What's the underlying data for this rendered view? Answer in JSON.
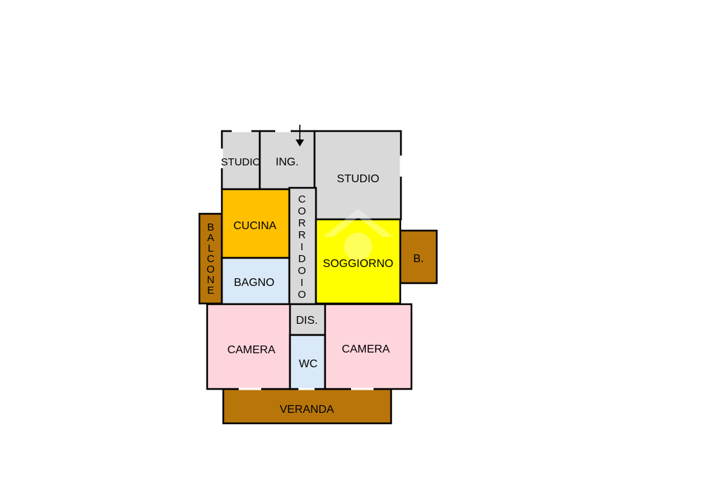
{
  "colors": {
    "study": "#d9d9d9",
    "corridor": "#d9d9d9",
    "kitchen": "#ffc000",
    "bath": "#dae9f7",
    "living": "#ffff00",
    "bedroom": "#ffd5dd",
    "outdoor": "#b8760a"
  },
  "rooms": {
    "studio_small": "STUDIO",
    "ingresso": "ING.",
    "studio_large": "STUDIO",
    "cucina": "CUCINA",
    "bagno": "BAGNO",
    "soggiorno": "SOGGIORNO",
    "balcone_small": "B.",
    "disimpegno": "DIS.",
    "camera_left": "CAMERA",
    "camera_right": "CAMERA",
    "wc": "WC",
    "veranda": "VERANDA"
  },
  "vertical": {
    "corridoio": [
      "C",
      "O",
      "R",
      "R",
      "I",
      "D",
      "O",
      "I",
      "O"
    ],
    "balcone": [
      "B",
      "A",
      "L",
      "C",
      "O",
      "N",
      "E"
    ]
  },
  "icons": {
    "entrance": "arrow-down-icon",
    "watermark": "house-watermark-icon"
  }
}
